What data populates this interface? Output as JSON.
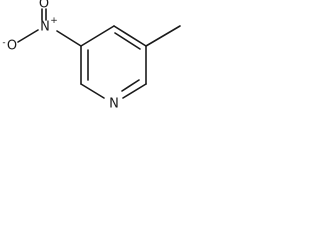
{
  "molecule": {
    "atoms": {
      "nitrogen_ring": "N",
      "nitro_nitrogen": "N",
      "nitro_oxygen_double": "O",
      "nitro_oxygen_single": "O"
    },
    "charges": {
      "nitro_nitrogen": "+",
      "nitro_oxygen_single": "-"
    }
  }
}
